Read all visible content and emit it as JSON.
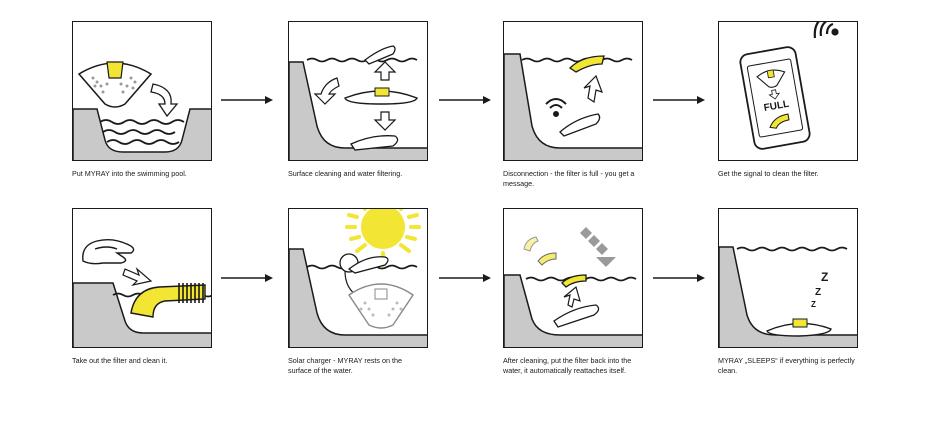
{
  "colors": {
    "accent": "#f3e533",
    "outline": "#1a1a1a",
    "pool_wall": "#c9c9c9"
  },
  "steps": [
    {
      "caption": "Put MYRAY into the swimming pool.",
      "icons": [
        "myray-device-icon",
        "curved-arrow-icon",
        "water-waves-icon"
      ]
    },
    {
      "caption": "Surface cleaning and water filtering.",
      "icons": [
        "myray-device-icon",
        "filter-icon",
        "arrow-up-icon",
        "arrow-down-icon"
      ]
    },
    {
      "caption": "Disconnection - the filter is full - you get a message.",
      "icons": [
        "filter-icon",
        "wifi-signal-icon",
        "arrow-icon"
      ]
    },
    {
      "caption": "Get the signal to clean the filter.",
      "icons": [
        "smartphone-icon",
        "wifi-signal-icon",
        "filter-icon"
      ]
    },
    {
      "caption": "Take out the filter and clean it.",
      "icons": [
        "hand-icon",
        "brush-icon",
        "arrow-icon"
      ]
    },
    {
      "caption": "Solar charger - MYRAY rests on the surface of the water.",
      "icons": [
        "sun-icon",
        "magnifier-icon",
        "myray-device-icon"
      ]
    },
    {
      "caption": "After cleaning, put the filter back into the water, it automatically reattaches itself.",
      "icons": [
        "filter-icon",
        "arrow-icon"
      ]
    },
    {
      "caption": "MYRAY „SLEEPS“ if everything is perfectly clean.",
      "icons": [
        "sleep-zzz-icon",
        "myray-device-icon"
      ]
    }
  ],
  "phone_screen": {
    "label": "FULL"
  },
  "sleep_letters": [
    "Z",
    "Z",
    "Z"
  ]
}
